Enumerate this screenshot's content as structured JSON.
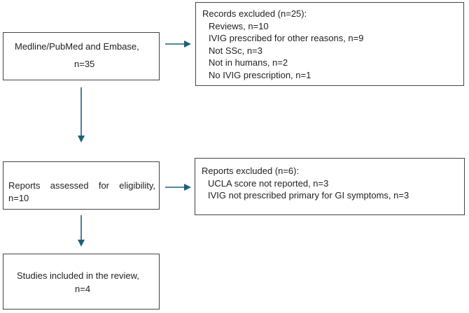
{
  "flow": {
    "identification": {
      "line1": "Medline/PubMed and Embase,",
      "line2": "n=35"
    },
    "records_excluded": {
      "title": "Records excluded (n=25):",
      "items": [
        "Reviews, n=10",
        "IVIG prescribed for other reasons, n=9",
        "Not SSc, n=3",
        "Not in humans, n=2",
        "No IVIG prescription, n=1"
      ]
    },
    "assessed": {
      "line1": "Reports assessed for eligibility,",
      "line2": "n=10"
    },
    "reports_excluded": {
      "title": "Reports excluded (n=6):",
      "items": [
        "UCLA score not reported, n=3",
        "IVIG not prescribed primary for GI symptoms, n=3"
      ]
    },
    "included": {
      "line1": "Studies included in the review,",
      "line2": "n=4"
    }
  },
  "colors": {
    "arrow": "#1f5f7a",
    "border": "#444444"
  }
}
